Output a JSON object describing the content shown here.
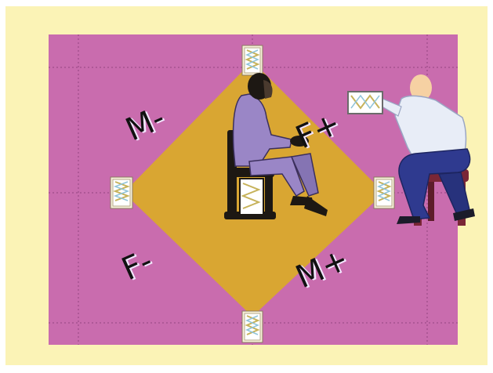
{
  "labels": {
    "m_minus": "M-",
    "f_plus": "F+",
    "f_minus": "F-",
    "m_plus": "M+"
  },
  "colors": {
    "frame": "#fbf3b6",
    "panel": "#c96cae",
    "diamond": "#d9a632",
    "grid": "#8a3f78",
    "seated_suit": "#9a86c6",
    "chair": "#1d1813",
    "old_man_shirt": "#e8edf7",
    "old_man_pants": "#2f3a8f",
    "stool": "#7a2636"
  },
  "icons": [
    "seated-figure-icon",
    "old-man-figure-icon",
    "loom-frame-icon"
  ]
}
